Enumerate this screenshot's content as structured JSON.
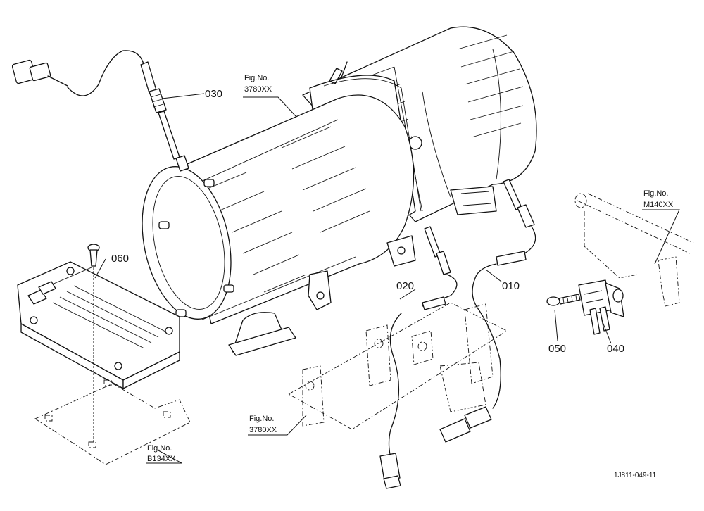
{
  "part_labels": {
    "p010": "010",
    "p020": "020",
    "p030": "030",
    "p040": "040",
    "p050": "050",
    "p060": "060"
  },
  "fig_refs": {
    "dpf_top": {
      "line1": "Fig.No.",
      "line2": "3780XX"
    },
    "dpf_bracket": {
      "line1": "Fig.No.",
      "line2": "3780XX"
    },
    "frame": {
      "line1": "Fig.No.",
      "line2": "M140XX"
    },
    "ecu_bracket": {
      "line1": "Fig.No.",
      "line2": "B134XX"
    }
  },
  "drawing_code": "1J811-049-11"
}
